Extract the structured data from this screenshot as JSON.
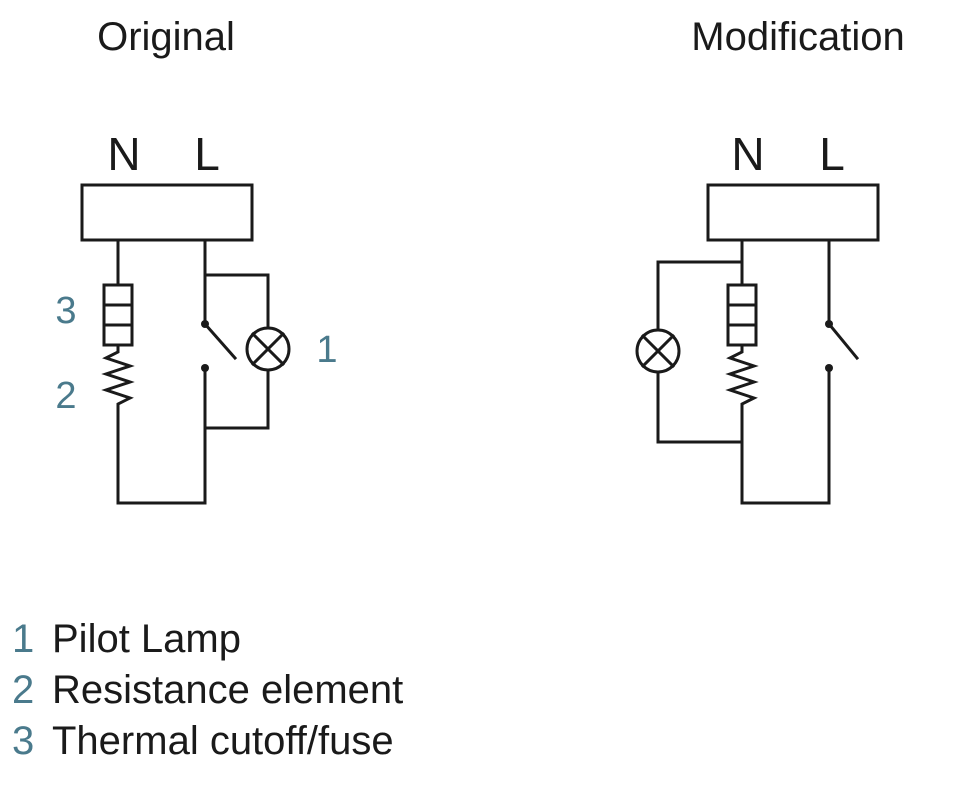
{
  "titles": {
    "original": "Original",
    "modification": "Modification"
  },
  "terminals": {
    "neutral": "N",
    "live": "L"
  },
  "component_numbers": {
    "lamp": "1",
    "element": "2",
    "fuse": "3"
  },
  "legend": [
    {
      "number": "1",
      "label": "Pilot Lamp"
    },
    {
      "number": "2",
      "label": "Resistance element"
    },
    {
      "number": "3",
      "label": "Thermal cutoff/fuse"
    }
  ],
  "colors": {
    "line": "#1a1a1a",
    "number": "#4a7a8c",
    "background": "#ffffff"
  }
}
